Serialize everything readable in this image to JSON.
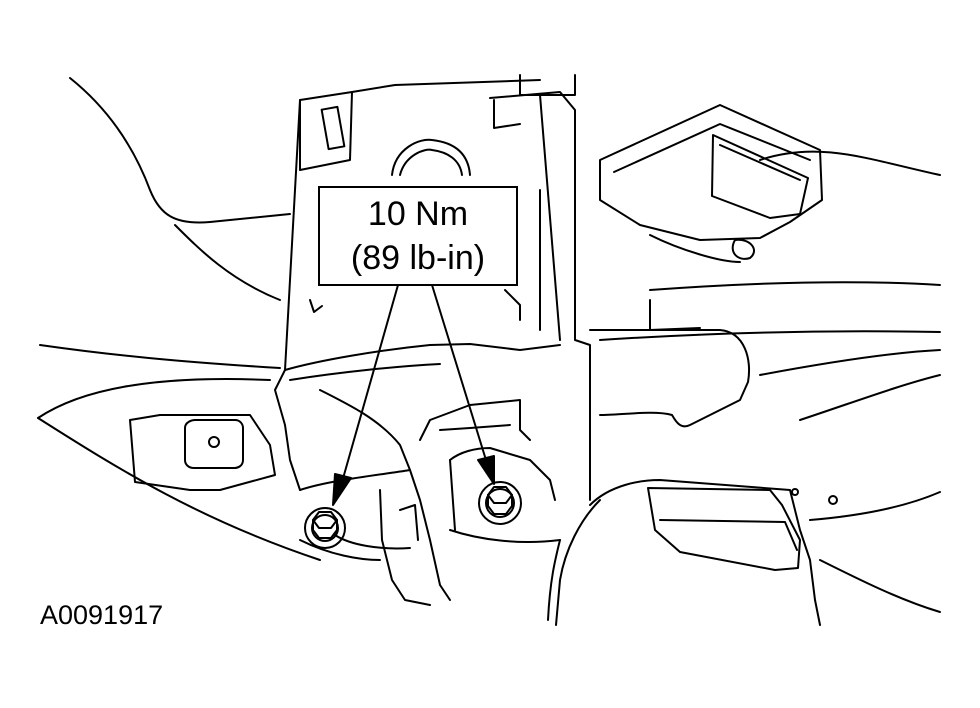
{
  "callout": {
    "line1": "10 Nm",
    "line2": "(89 lb-in)"
  },
  "figure_id": "A0091917",
  "colors": {
    "line": "#000000",
    "background": "#ffffff"
  }
}
